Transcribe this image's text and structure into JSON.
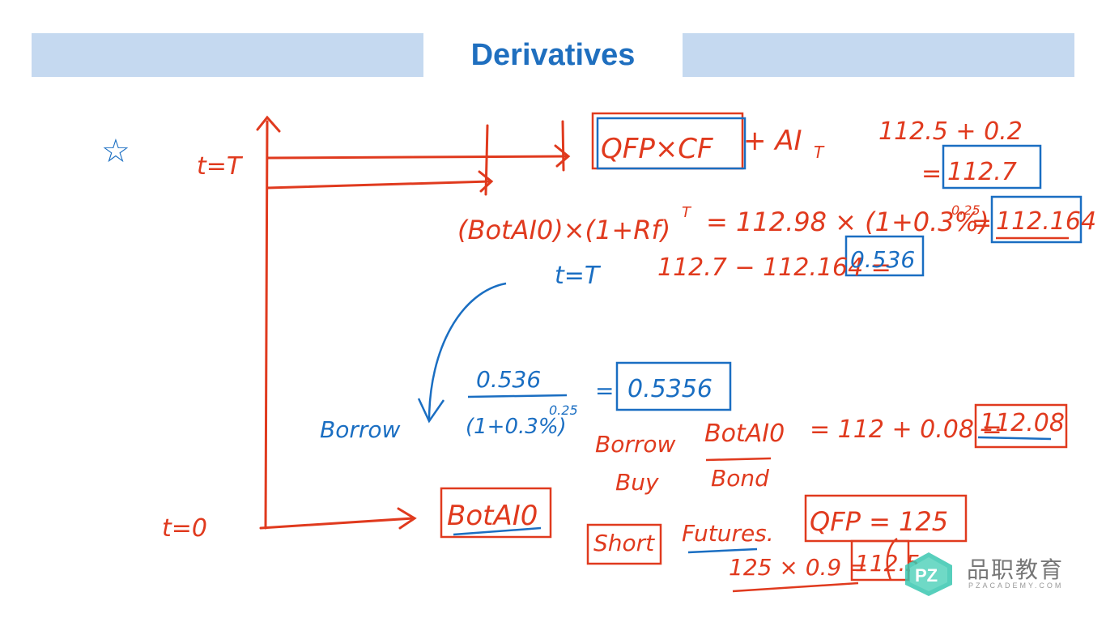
{
  "header": {
    "title": "Derivatives"
  },
  "notes": {
    "star": "☆",
    "t_T_top": "t=T",
    "t_T_mid": "t=T",
    "t_0": "t=0",
    "formula_top_box": "QFP×CF",
    "formula_top_rest": "+ AI",
    "formula_top_sub": "T",
    "sum_top": "112.5 + 0.2",
    "eq_top": "=",
    "box_112_7": "112.7",
    "future_formula": "(BotAI0)×(1+Rf)",
    "future_exp": "T",
    "future_eq": "= 112.98 × (1+0.3%)",
    "future_exp2": "0.25",
    "eq_future": "=",
    "box_112_164": "112.164",
    "diff": "112.7 − 112.164 =",
    "diff_box": "0.536",
    "borrow_blue": "Borrow",
    "frac_num": "0.536",
    "frac_den": "(1+0.3%)",
    "frac_exp": "0.25",
    "frac_eq": "=",
    "box_0_5356": "0.5356",
    "borrow_red": "Borrow",
    "bot_ai": "BotAI0",
    "bot_ai_eq": "= 112 + 0.08 =",
    "box_112_08": "112.08",
    "buy": "Buy",
    "bond": "Bond",
    "bot_ai_bottom": "BotAI0",
    "short": "Short",
    "futures": "Futures.",
    "qfp": "QFP = 125",
    "calc_left": "125 × 0.9 =",
    "box_112_5": "112.5"
  },
  "logo": {
    "mark": "PZ",
    "cn": "品职教育",
    "en": "PZACADEMY.COM"
  },
  "colors": {
    "band": "#c5d9f0",
    "title": "#1f6fbf",
    "red": "#e03a1e",
    "blue": "#1a6ec2"
  }
}
